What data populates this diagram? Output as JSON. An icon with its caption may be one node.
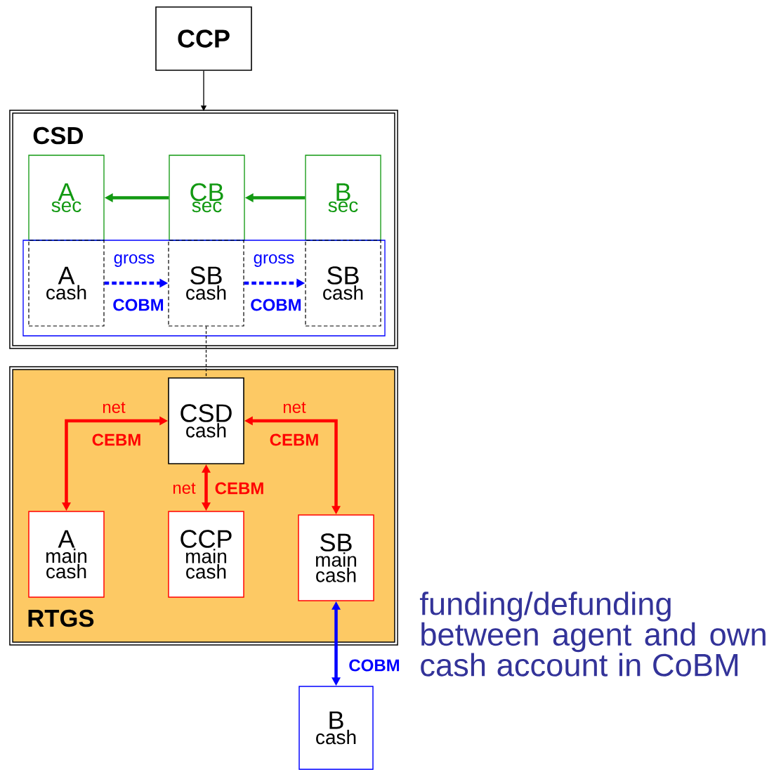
{
  "diagram": {
    "nodes": [
      {
        "text": [
          "CCP"
        ]
      },
      {
        "text": [
          "CSD"
        ]
      },
      {
        "text": [
          "A",
          "sec"
        ],
        "in": 1
      },
      {
        "text": [
          "CB",
          "sec"
        ],
        "in": 1
      },
      {
        "text": [
          "B",
          "sec"
        ],
        "in": 1
      },
      {
        "text": [],
        "shape": "box",
        "in": 1
      },
      {
        "text": [
          "A",
          "cash"
        ],
        "in": 5
      },
      {
        "text": [
          "SB",
          "cash"
        ],
        "in": 5
      },
      {
        "text": [
          "SB",
          "cash"
        ],
        "in": 5
      },
      {
        "text": [
          "RTGS"
        ]
      },
      {
        "text": [
          "CSD",
          "cash"
        ],
        "in": 9
      },
      {
        "text": [
          "A",
          "main cash"
        ],
        "in": 9
      },
      {
        "text": [
          "CCP",
          "main cash"
        ],
        "in": 9
      },
      {
        "text": [
          "SB",
          "main cash"
        ],
        "in": 9
      },
      {
        "text": [
          "B",
          "cash"
        ]
      }
    ],
    "edges": [
      {
        "from": 0,
        "to": 1,
        "arrow": "to",
        "color": "#000000"
      },
      {
        "from": 3,
        "to": 2,
        "arrow": "to",
        "color": "#129912"
      },
      {
        "from": 4,
        "to": 3,
        "arrow": "to",
        "color": "#129912"
      },
      {
        "from": 6,
        "to": 7,
        "arrow": "to",
        "style": "dashed",
        "color": "#0000ff",
        "label": "gross"
      },
      {
        "from": 7,
        "to": 8,
        "arrow": "to",
        "style": "dashed",
        "color": "#0000ff",
        "label": "gross"
      },
      {
        "from": 7,
        "to": 10,
        "arrow": "none",
        "style": "dashed",
        "color": "#000000"
      },
      {
        "from": 10,
        "to": 11,
        "arrow": "both",
        "color": "#ff0000",
        "label": "net"
      },
      {
        "from": 10,
        "to": 13,
        "arrow": "both",
        "color": "#ff0000",
        "label": "net"
      },
      {
        "from": 10,
        "to": 12,
        "arrow": "both",
        "color": "#ff0000",
        "label": "net"
      },
      {
        "from": 13,
        "to": 14,
        "arrow": "both",
        "color": "#0000ff",
        "label": "COBM"
      }
    ],
    "labels": [
      "COBM",
      "COBM",
      "CEBM",
      "CEBM",
      "CEBM",
      "funding/defunding between agent and own cash account in CoBM"
    ]
  }
}
